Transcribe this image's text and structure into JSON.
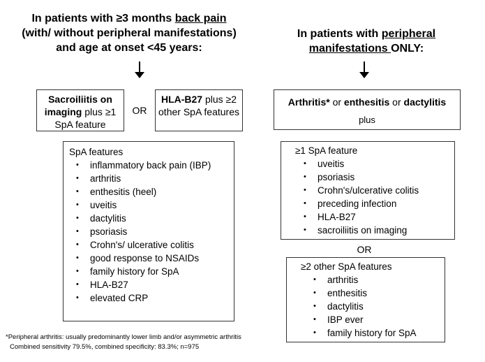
{
  "left": {
    "heading": {
      "line1_pre": "In patients with  ≥3 months ",
      "line1_u": "back pain",
      "line2": "(with/ without peripheral manifestations)",
      "line3": "and age at onset <45 years:"
    },
    "box_a": {
      "bold": "Sacroiliitis on imaging",
      "rest": " plus ≥1 SpA feature"
    },
    "or_label": "OR",
    "box_b": {
      "bold": "HLA-B27",
      "rest": " plus ≥2 other SpA features"
    },
    "features": {
      "title": "SpA features",
      "items": [
        "inflammatory back pain (IBP)",
        "arthritis",
        "enthesitis (heel)",
        "uveitis",
        "dactylitis",
        "psoriasis",
        "Crohn's/ ulcerative colitis",
        "good response to NSAIDs",
        "family history for SpA",
        "HLA-B27",
        "elevated CRP"
      ]
    }
  },
  "right": {
    "heading": {
      "line1_pre": "In patients with  ",
      "line1_u": "peripheral",
      "line2_u": "manifestations ",
      "line2_post": " ONLY:"
    },
    "criteria": {
      "arthritis": "Arthritis*",
      "or1": " or ",
      "enthesitis": "enthesitis",
      "or2": " or ",
      "dactylitis": "dactylitis",
      "plus": "plus"
    },
    "list1": {
      "title": "≥1 SpA feature",
      "items": [
        "uveitis",
        "psoriasis",
        "Crohn's/ulcerative colitis",
        "preceding infection",
        "HLA-B27",
        "sacroiliitis on imaging"
      ]
    },
    "or_label": "OR",
    "list2": {
      "title": "≥2 other SpA features",
      "items": [
        "arthritis",
        "enthesitis",
        "dactylitis",
        "IBP ever",
        "family history for SpA"
      ]
    }
  },
  "footnote": {
    "line1": "*Peripheral arthritis: usually predominantly lower limb and/or asymmetric arthritis",
    "line2": "Combined sensitivity 79.5%, combined specificity: 83.3%; n=975"
  }
}
